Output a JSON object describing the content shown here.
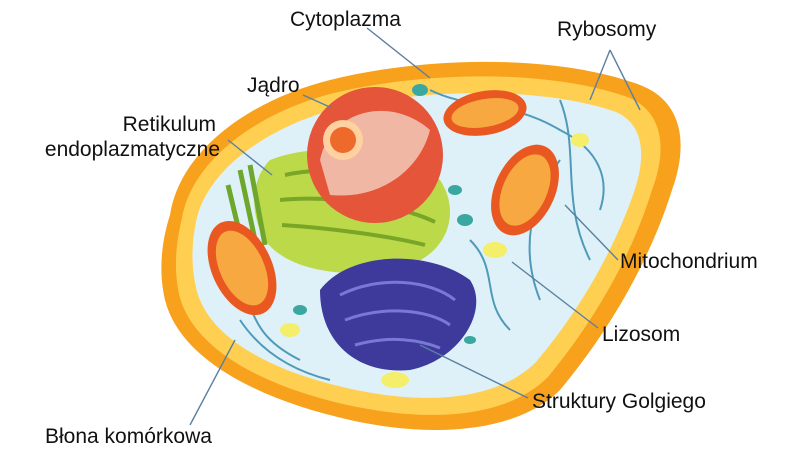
{
  "labels": {
    "cytoplasm": "Cytoplazma",
    "ribosomes": "Rybosomy",
    "nucleus": "Jądro",
    "er_line1": "Retikulum",
    "er_line2": "endoplazmatyczne",
    "mitochondrion": "Mitochondrium",
    "lysosome": "Lizosom",
    "golgi": "Struktury Golgiego",
    "membrane": "Błona komórkowa"
  },
  "colors": {
    "membrane_outer": "#f7a11d",
    "membrane_inner": "#ffcf52",
    "cytoplasm": "#dff1f8",
    "nucleus": "#e4553a",
    "nucleolus": "#ee6a2a",
    "er": "#a9cf3a",
    "mitochondrion": "#e85820",
    "golgi": "#3d3a9c",
    "lysosome": "#f5ee6a",
    "vesicle": "#3aa7a0",
    "filament": "#4f9ab8"
  }
}
